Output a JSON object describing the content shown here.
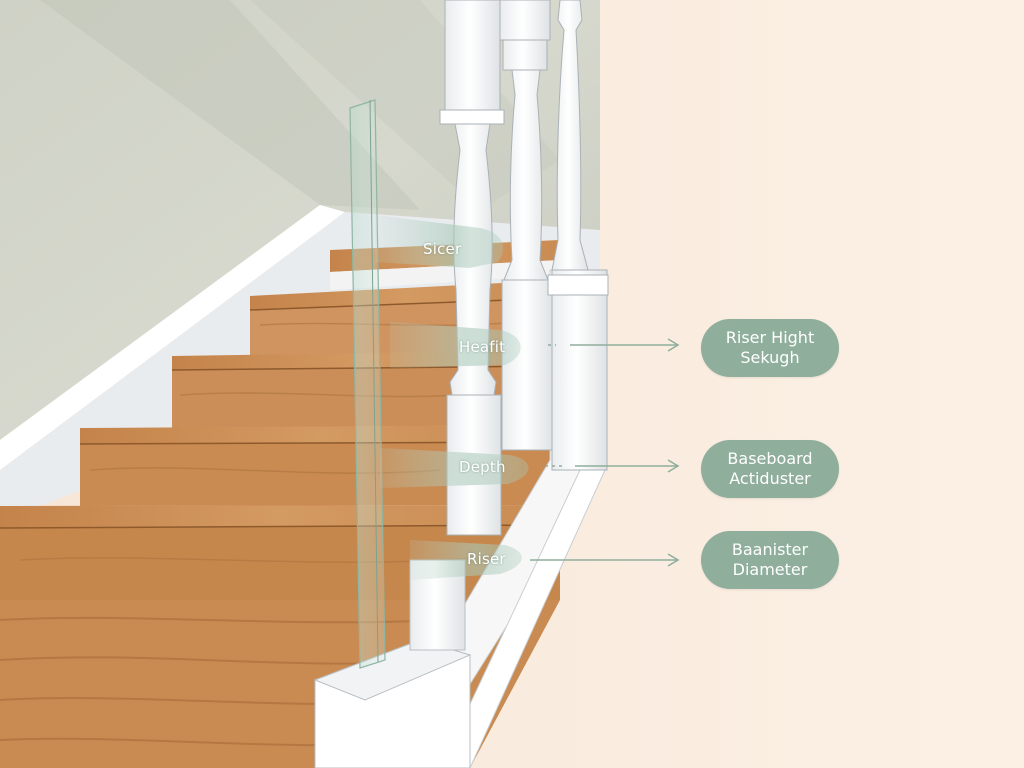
{
  "overlay_labels": {
    "sicer": "Sicer",
    "heafit": "Heafit",
    "depth": "Depth",
    "riser": "Riser"
  },
  "callouts": [
    {
      "line1": "Riser Hight",
      "line2": "Sekugh"
    },
    {
      "line1": "Baseboard",
      "line2": "Actiduster"
    },
    {
      "line1": "Baanister",
      "line2": "Diameter"
    }
  ],
  "colors": {
    "background": "#fbeee2",
    "wall": "#d4d7cc",
    "wood": "#c98b52",
    "trim": "#ffffff",
    "accent": "#8fae9c"
  }
}
